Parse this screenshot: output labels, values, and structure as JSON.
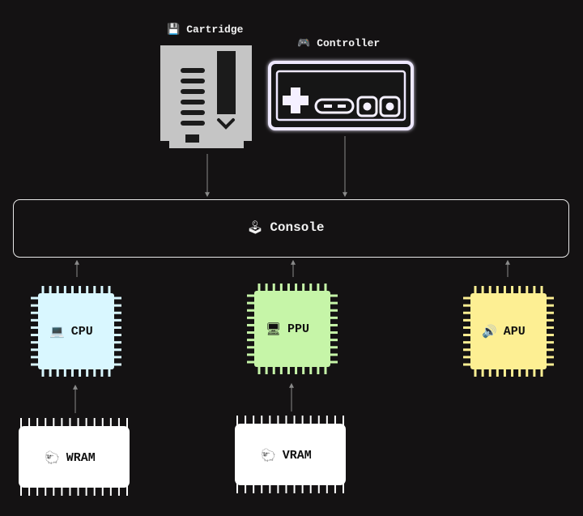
{
  "colors": {
    "background": "#141213",
    "cpu": "#d9f7ff",
    "ppu": "#c6f5a8",
    "apu": "#fdef93",
    "ram": "#ffffff",
    "cartridge": "#c5c5c5",
    "controller_glow": "#d9c8ff"
  },
  "nodes": {
    "cartridge": {
      "label": "Cartridge",
      "icon": "floppy-disk-icon",
      "glyph": "💾"
    },
    "controller": {
      "label": "Controller",
      "icon": "gamepad-icon",
      "glyph": "🎮"
    },
    "console": {
      "label": "Console",
      "icon": "joystick-icon",
      "glyph": "🕹"
    },
    "cpu": {
      "label": "CPU",
      "icon": "laptop-icon",
      "glyph": "💻"
    },
    "ppu": {
      "label": "PPU",
      "icon": "monitor-icon",
      "glyph": "🖥"
    },
    "apu": {
      "label": "APU",
      "icon": "speaker-icon",
      "glyph": "🔊"
    },
    "wram": {
      "label": "WRAM",
      "icon": "sheep-icon",
      "glyph": "🐑"
    },
    "vram": {
      "label": "VRAM",
      "icon": "sheep-icon",
      "glyph": "🐑"
    }
  },
  "edges": [
    {
      "from": "cartridge",
      "to": "console"
    },
    {
      "from": "controller",
      "to": "console"
    },
    {
      "from": "cpu",
      "to": "console"
    },
    {
      "from": "ppu",
      "to": "console"
    },
    {
      "from": "apu",
      "to": "console"
    },
    {
      "from": "wram",
      "to": "cpu"
    },
    {
      "from": "vram",
      "to": "ppu"
    }
  ]
}
